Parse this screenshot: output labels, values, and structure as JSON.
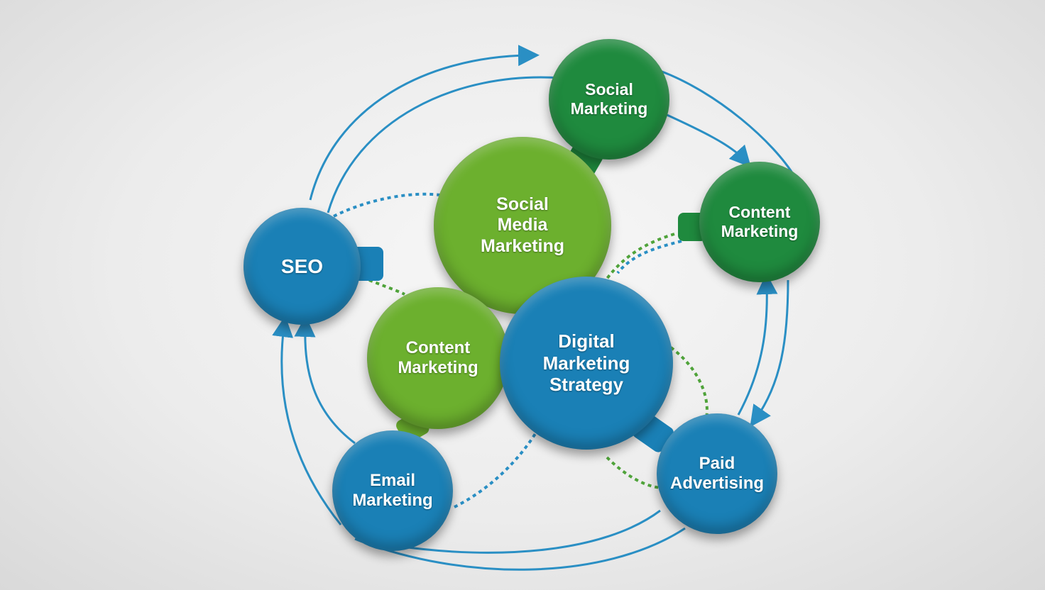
{
  "colors": {
    "dark_green": "#1f8a3e",
    "light_green": "#6cb02e",
    "blue": "#1a80b6",
    "connector": "#2a8fc4",
    "dashed_green": "#4fa33a"
  },
  "nodes": {
    "social_marketing": "Social\nMarketing",
    "social_media_marketing": "Social\nMedia\nMarketing",
    "content_marketing_right": "Content\nMarketing",
    "seo": "SEO",
    "content_marketing_left": "Content\nMarketing",
    "digital_marketing_strategy": "Digital\nMarketing\nStrategy",
    "email_marketing": "Email\nMarketing",
    "paid_advertising": "Paid\nAdvertising"
  }
}
